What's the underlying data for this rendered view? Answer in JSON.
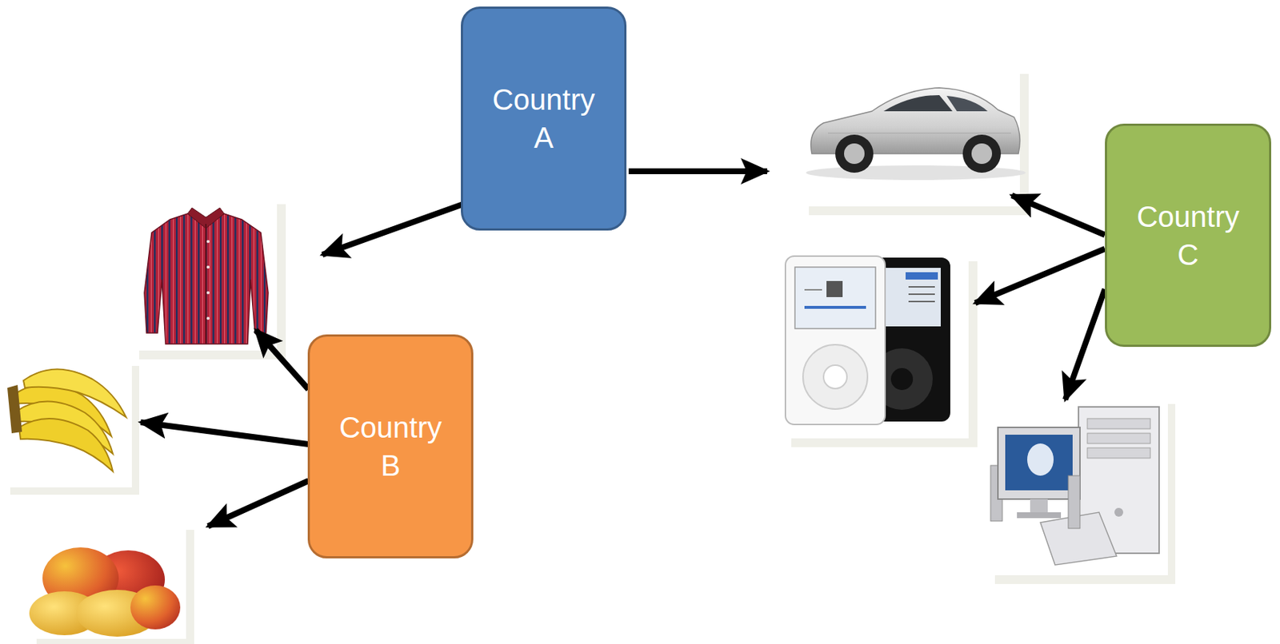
{
  "diagram": {
    "nodes": [
      {
        "text": [
          "Country A"
        ]
      },
      {
        "text": [
          "Country B"
        ]
      },
      {
        "text": [
          "Country C"
        ]
      }
    ]
  }
}
